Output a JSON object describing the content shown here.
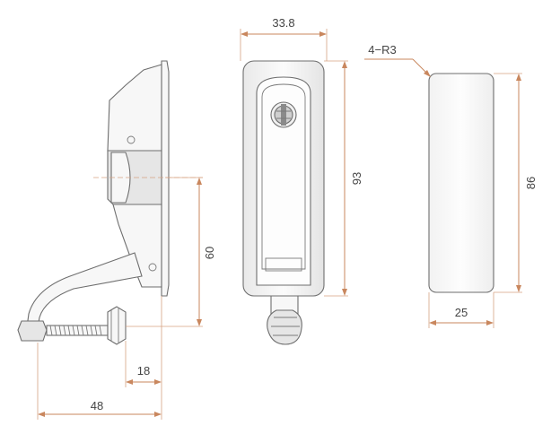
{
  "dimensions": {
    "top_width": "33.8",
    "body_height": "93",
    "corner_radius": "4−R3",
    "panel_height": "86",
    "panel_width": "25",
    "mount_height": "60",
    "offset": "18",
    "total_depth": "48"
  },
  "colors": {
    "dimension_line": "#c9875e",
    "outline": "#6e6e6e",
    "fill": "#f7f7f7",
    "text": "#444444"
  }
}
